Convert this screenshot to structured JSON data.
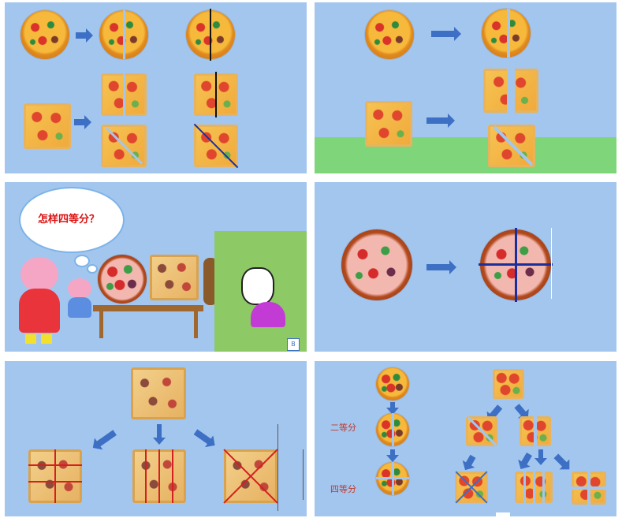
{
  "slides": {
    "question": {
      "speech_bubble_text": "怎样四等分？",
      "badge_label": "B"
    },
    "labels": {
      "halves": "二等分",
      "quarters": "四等分"
    }
  },
  "colors": {
    "slide_background": "#a3c6ef",
    "arrow": "#3d6fc4",
    "ground": "#7fd67a",
    "cut_line_red": "#d42020",
    "cut_line_blue": "#1b2e9e",
    "label_text": "#c0392b"
  },
  "icons": {
    "arrow": "arrow-icon",
    "pizza_round": "round-pizza-icon",
    "pizza_square": "square-pizza-icon"
  }
}
